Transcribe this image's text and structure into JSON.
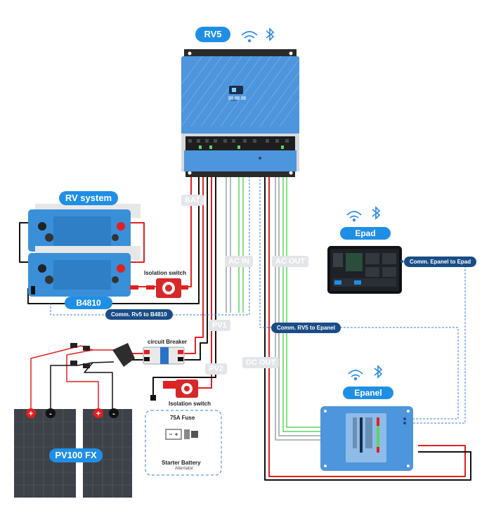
{
  "inverter": {
    "name": "RV5",
    "front_label": "RV5"
  },
  "battery_system": {
    "title": "RV system",
    "model": "B4810"
  },
  "epad": {
    "name": "Epad"
  },
  "epanel": {
    "name": "Epanel"
  },
  "solar": {
    "model": "PV100 FX"
  },
  "wire_labels": {
    "bat": "BAT",
    "ac_in": "AC IN",
    "ac_out": "AC OUT",
    "pv1": "PV1",
    "pv2": "PV2",
    "dc_out": "DC OUT"
  },
  "comm_labels": {
    "rv5_b4810": "Comm. Rv5 to B4810",
    "rv5_epanel": "Comm. RV5 to Epanel",
    "epanel_epad": "Comm. Epanel to Epad"
  },
  "components": {
    "isolation_switch_battery": "Isolation switch",
    "circuit_breaker": "circuit Breaker",
    "isolation_switch_starter": "Isolation switch",
    "fuse": "75A Fuse",
    "starter_battery": "Starter Battery",
    "alternator": "Alternator"
  },
  "colors": {
    "brand_blue": "#1f8fe6",
    "device_blue": "#4d95dc",
    "comm_navy": "#1a4d86",
    "wire_red": "#e02020",
    "wire_black": "#111111",
    "wire_green": "#5cd65c",
    "wire_gray": "#9aa0a6"
  }
}
